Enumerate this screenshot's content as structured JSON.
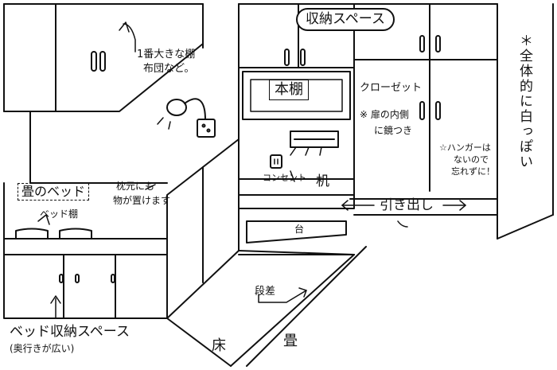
{
  "labels": {
    "storage_space": "収納スペース",
    "biggest_shelf_line1": "1番大きな棚",
    "biggest_shelf_line2": "布団など。",
    "bookshelf": "本棚",
    "closet": "クローゼット",
    "mirror_note_line1": "※ 扉の内側",
    "mirror_note_line2": "に鏡つき",
    "hanger_note_line1": "☆ハンガーは",
    "hanger_note_line2": "ないので",
    "hanger_note_line3": "忘れずに！",
    "whole_room_note": "＊全体的に白っぽい",
    "tatami_bed": "畳のベッド",
    "pillow_note_line1": "枕元にも",
    "pillow_note_line2": "物が置けます",
    "outlet": "コンセント",
    "desk": "机",
    "drawer": "引き出し",
    "stand": "台",
    "bed_shelf": "ベッド棚",
    "step": "段差",
    "bed_storage": "ベッド収納スペース",
    "bed_storage_note": "(奥行きが広い)",
    "floor": "床",
    "tatami": "畳"
  }
}
